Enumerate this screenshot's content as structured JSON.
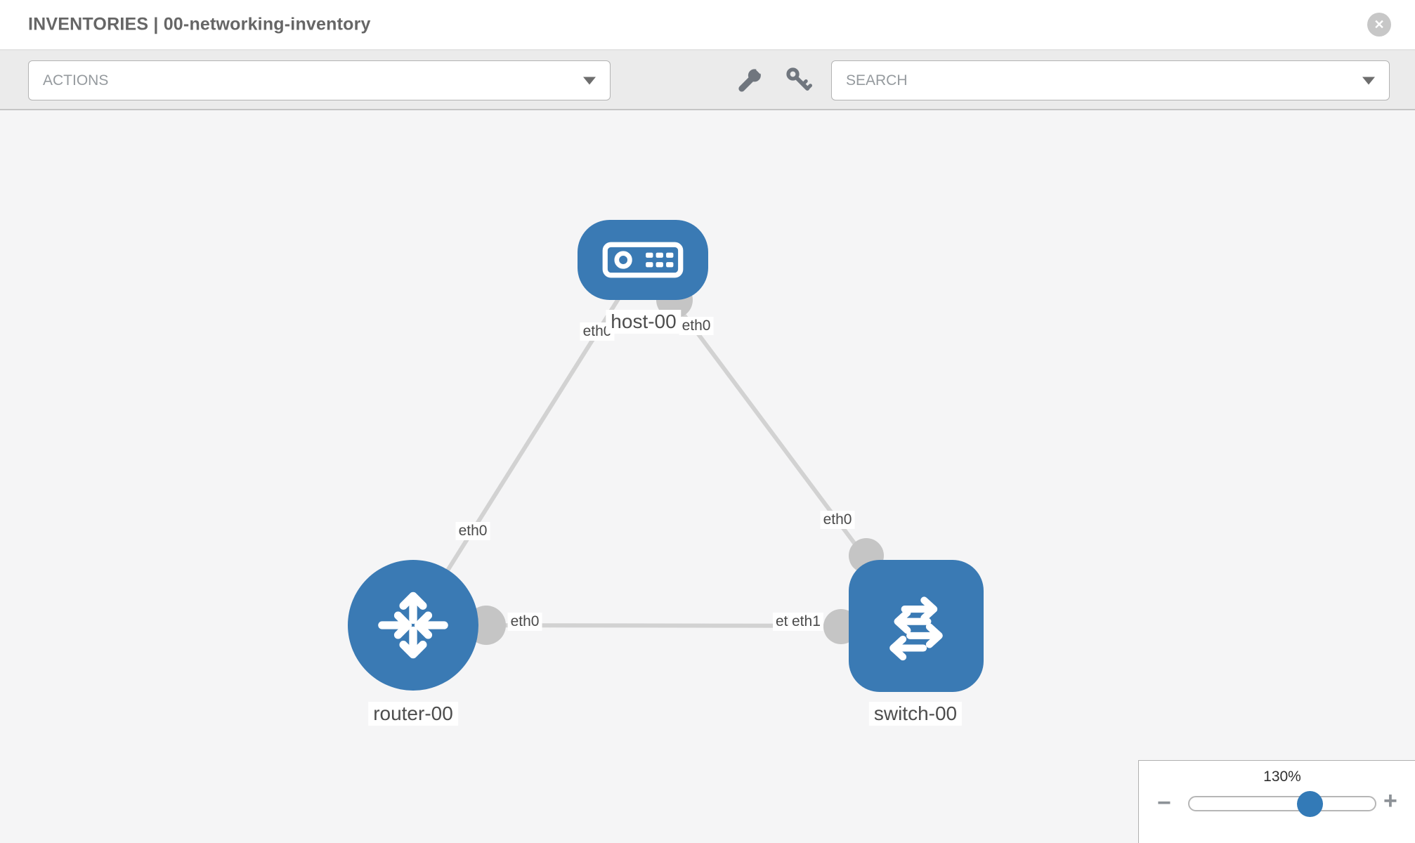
{
  "header": {
    "title": "INVENTORIES | 00-networking-inventory",
    "close_glyph": "✕"
  },
  "toolbar": {
    "actions_label": "ACTIONS",
    "search_placeholder": "SEARCH",
    "icons": [
      "wrench-icon",
      "key-icon"
    ]
  },
  "topology": {
    "nodes": [
      {
        "label": "host-00",
        "type": "host"
      },
      {
        "label": "router-00",
        "type": "router"
      },
      {
        "label": "switch-00",
        "type": "switch"
      }
    ],
    "links": [
      {
        "from": "host-00",
        "from_iface": "eth0",
        "to": "router-00",
        "to_iface": "eth0"
      },
      {
        "from": "host-00",
        "from_iface": "eth0",
        "to": "switch-00",
        "to_iface": "eth0"
      },
      {
        "from": "router-00",
        "from_iface": "eth0",
        "to": "switch-00",
        "to_iface": "eth1"
      }
    ]
  },
  "zoom_control": {
    "value": "130%",
    "minus_glyph": "−",
    "plus_glyph": "+"
  },
  "colors": {
    "node_blue": "#3a7ab4",
    "link_gray": "#d2d2d2",
    "port_gray": "#c5c5c5"
  }
}
